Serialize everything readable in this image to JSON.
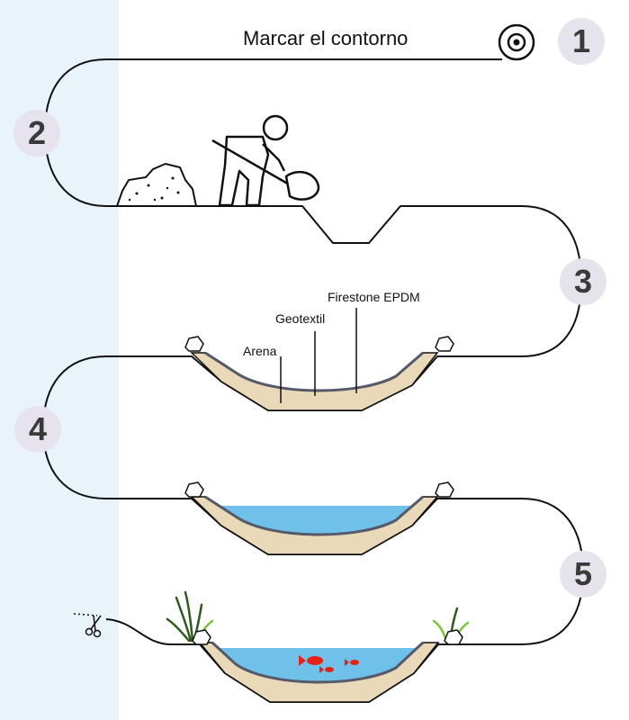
{
  "colors": {
    "line": "#111111",
    "badge_fill": "#e6e3ec",
    "badge_text": "#3a3a3a",
    "left_panel": "#e9f3fa",
    "sand": "#ead9b8",
    "liner": "#56596a",
    "water": "#6fc1ea",
    "fish": "#e62117",
    "plant": "#2e5a1e",
    "plant_light": "#7cc13a"
  },
  "header": {
    "title": "Marcar el contorno"
  },
  "steps": [
    {
      "number": "1"
    },
    {
      "number": "2"
    },
    {
      "number": "3"
    },
    {
      "number": "4"
    },
    {
      "number": "5"
    }
  ],
  "layers": {
    "membrane": "Firestone EPDM",
    "geotextile": "Geotextil",
    "sand": "Arena"
  },
  "icons": [
    "tape-roll-icon",
    "digger-icon",
    "soil-pile-icon",
    "rock-icon",
    "scissors-icon",
    "plant-icon",
    "fish-icon"
  ]
}
